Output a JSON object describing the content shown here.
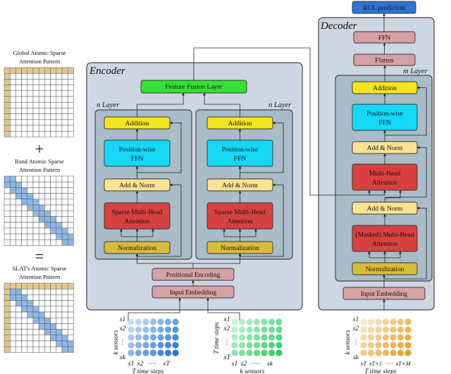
{
  "left_panel": {
    "global_title": [
      "Global Atomic Sparse",
      "Attention Pattern"
    ],
    "plus_sign": "+",
    "band_title": [
      "Band Atomic Sparse",
      "Attention Pattern"
    ],
    "equals_sign": "=",
    "slat_title": [
      "SLAT's Atomic Sparse",
      "Attention Pattern"
    ]
  },
  "encoder": {
    "title": "Encoder",
    "feature_fusion": "Feature Fusion Layer",
    "positional_encoding": "Positional Encoding",
    "input_embedding": "Input Embedding",
    "stack_left": {
      "layer_label": "n Layer",
      "addition": "Addition",
      "ffn": [
        "Position-wise",
        "FFN"
      ],
      "add_norm": "Add & Norm",
      "attention": [
        "Sparse Multi-Head",
        "Attention"
      ],
      "normalization": "Normalization"
    },
    "stack_right": {
      "layer_label": "n Layer",
      "addition": "Addition",
      "ffn": [
        "Position-wise",
        "FFN"
      ],
      "add_norm": "Add & Norm",
      "attention": [
        "Sparse Multi-Head",
        "Attention"
      ],
      "normalization": "Normalization"
    }
  },
  "decoder": {
    "title": "Decoder",
    "rul": "RUL prediction",
    "ffn": "FFN",
    "flatten": "Flatten",
    "layer_label": "m Layer",
    "addition": "Addition",
    "ffn_pos": [
      "Position-wise",
      "FFN"
    ],
    "add_norm_1": "Add & Norm",
    "attention": [
      "Multi-Head",
      "Attention"
    ],
    "add_norm_2": "Add & Norm",
    "masked_attention": [
      "(Masked) Multi-Head",
      "Attention"
    ],
    "normalization": "Normalization",
    "input_embedding": "Input Embedding"
  },
  "inputs": {
    "left": {
      "rows": [
        "s1",
        "s2",
        "⋮",
        "sk"
      ],
      "cols": [
        "x1",
        "x2",
        "····",
        "xT"
      ],
      "side_label": "k sensors",
      "bottom_label": "T time steps"
    },
    "middle": {
      "rows": [
        "x1",
        "x2",
        "⋮",
        "xT"
      ],
      "cols": [
        "s1",
        "s2",
        "····",
        "sk"
      ],
      "side_label": "T time steps",
      "bottom_label": "k sensors"
    },
    "right": {
      "rows": [
        "s1",
        "s2",
        "⋮",
        "sk"
      ],
      "cols": [
        "xT",
        "xT+1",
        "····",
        "xT+M"
      ],
      "side_label": "k sensors",
      "bottom_label": "T time steps"
    }
  },
  "colors": {
    "panel": "#cdd7e3",
    "stack": "#a9bcc8",
    "yellow": "#f5e51c",
    "cyan": "#14d8f5",
    "light_yellow": "#fae394",
    "red": "#d94040",
    "gold": "#d9bb3c",
    "pink": "#d6a1a4",
    "green": "#35e035",
    "blue": "#2d74d6",
    "grid_tan": "#e2c990",
    "grid_blue": "#8eb7e6",
    "dots_blue": "#2b76d2",
    "dots_green": "#2fce68",
    "dots_orange": "#e8a02a"
  }
}
